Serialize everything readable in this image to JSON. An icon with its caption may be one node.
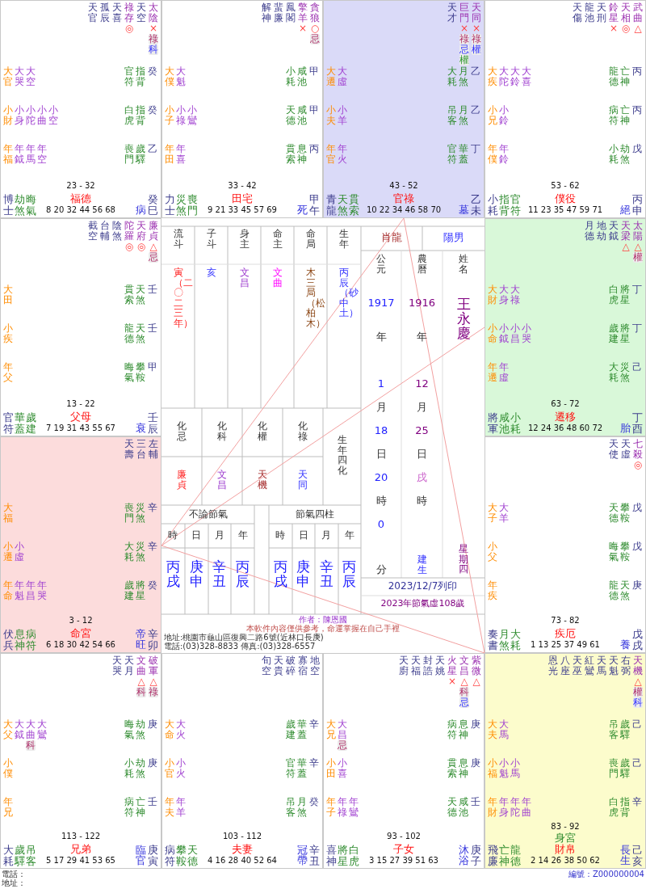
{
  "diagram": {
    "nodes": [
      {
        "text": [
          "天官",
          "孤辰",
          "天喜",
          "祿存",
          "◎",
          "天空",
          "太陰",
          "×",
          "祿",
          "科",
          "大官",
          "大哭",
          "大空",
          "官符",
          "指背",
          "癸",
          "小財",
          "小身",
          "小陀",
          "小曲",
          "小空",
          "白虎",
          "指背",
          "癸",
          "年福",
          "年鉞",
          "年馬",
          "年空",
          "喪門",
          "歲驛",
          "乙",
          "博士",
          "劫煞",
          "晦氣",
          "23 - 32",
          "福德",
          "8 20 32 44 56 68",
          "病",
          "癸巳"
        ]
      },
      {
        "text": [
          "解神",
          "蜚廉",
          "鳳閣",
          "擎羊",
          "×",
          "貪狼",
          "○",
          "忌",
          "大僕",
          "大魁",
          "小耗",
          "咸池",
          "甲",
          "小子",
          "小祿",
          "小鸞",
          "天德",
          "咸池",
          "甲",
          "年田",
          "年喜",
          "貫索",
          "息神",
          "丙",
          "力士",
          "災煞",
          "喪門",
          "33 - 42",
          "田宅",
          "9 21 33 45 57 69",
          "死",
          "甲午"
        ]
      },
      {
        "text": [
          "天才",
          "巨門",
          "×",
          "祿",
          "忌",
          "權",
          "天同",
          "×",
          "祿",
          "權",
          "大遷",
          "大虛",
          "大耗",
          "月煞",
          "乙",
          "小夫",
          "小羊",
          "吊客",
          "月煞",
          "乙",
          "年官",
          "年火",
          "官符",
          "華蓋",
          "丁",
          "青龍",
          "天煞",
          "貫索",
          "43 - 52",
          "官祿",
          "10 22 34 46 58 70",
          "墓",
          "乙未"
        ]
      },
      {
        "text": [
          "天傷",
          "龍池",
          "天刑",
          "鈴星",
          "×",
          "天相",
          "◎",
          "武曲",
          "△",
          "大疾",
          "大陀",
          "大鈴",
          "大喜",
          "龍德",
          "亡神",
          "丙",
          "小兄",
          "小鈴",
          "病符",
          "亡神",
          "丙",
          "年僕",
          "年鈴",
          "小耗",
          "劫煞",
          "戊",
          "小耗",
          "指背",
          "官符",
          "53 - 62",
          "僕役",
          "11 23 35 47 59 71",
          "絕",
          "丙申"
        ]
      },
      {
        "text": [
          "截空",
          "台輔",
          "陰煞",
          "陀羅",
          "◎",
          "天府",
          "◎",
          "廉貞",
          "△",
          "忌",
          "大田",
          "貫索",
          "天煞",
          "壬",
          "小疾",
          "龍德",
          "天煞",
          "壬",
          "年父",
          "晦氣",
          "攀鞍",
          "甲",
          "官符",
          "華蓋",
          "歲建",
          "13 - 22",
          "父母",
          "7 19 31 43 55 67",
          "衰",
          "壬辰"
        ]
      },
      {
        "text": [
          "月德",
          "地劫",
          "天鉞",
          "天梁",
          "△",
          "太陽",
          "△",
          "權",
          "大財",
          "大身",
          "大祿",
          "白虎",
          "將星",
          "丁",
          "小命",
          "小鉞",
          "小昌",
          "小哭",
          "歲建",
          "將星",
          "丁",
          "年遷",
          "年虛",
          "大耗",
          "災煞",
          "己",
          "將軍",
          "咸池",
          "小耗",
          "63 - 72",
          "遷移",
          "12 24 36 48 60 72",
          "胎",
          "丁酉"
        ]
      },
      {
        "text": [
          "天壽",
          "三台",
          "左輔",
          "大福",
          "喪門",
          "災煞",
          "辛",
          "小遷",
          "小虛",
          "大耗",
          "災煞",
          "辛",
          "年命",
          "年魁",
          "年昌",
          "年哭",
          "歲建",
          "將星",
          "癸",
          "伏兵",
          "息神",
          "病符",
          "3 - 12",
          "命宮",
          "6 18 30 42 54 66",
          "帝旺",
          "辛卯"
        ]
      },
      {
        "text": [
          "天使",
          "天虛",
          "七殺",
          "◎",
          "大子",
          "大羊",
          "天德",
          "攀鞍",
          "戊",
          "小父",
          "晦氣",
          "攀鞍",
          "戊",
          "年疾",
          "龍德",
          "天煞",
          "庚",
          "奏書",
          "月煞",
          "大耗",
          "73 - 82",
          "疾厄",
          "1 13 25 37 49 61",
          "養",
          "戊戌"
        ]
      },
      {
        "text": [
          "天哭",
          "天月",
          "文曲",
          "△",
          "科",
          "破軍",
          "△",
          "祿",
          "大父",
          "大鉞",
          "大曲",
          "科",
          "大鸞",
          "晦氣",
          "劫煞",
          "庚",
          "小僕",
          "小耗",
          "劫煞",
          "庚",
          "年兄",
          "病符",
          "亡神",
          "壬",
          "大耗",
          "歲驛",
          "吊客",
          "113 - 122",
          "兄弟",
          "5 17 29 41 53 65",
          "臨官",
          "庚寅"
        ]
      },
      {
        "text": [
          "旬空",
          "天貴",
          "破碎",
          "寡宿",
          "地空",
          "大命",
          "大火",
          "歲建",
          "華蓋",
          "辛",
          "小官",
          "小火",
          "官符",
          "華蓋",
          "辛",
          "年夫",
          "年羊",
          "吊客",
          "月煞",
          "癸",
          "病符",
          "攀鞍",
          "天德",
          "103 - 112",
          "夫妻",
          "4 16 28 40 52 64",
          "冠帶",
          "辛丑"
        ]
      },
      {
        "text": [
          "天廚",
          "天福",
          "封誥",
          "天姚",
          "火星",
          "×",
          "文昌",
          "△",
          "科",
          "忌",
          "紫微",
          "△",
          "大兄",
          "大昌",
          "忌",
          "病符",
          "息神",
          "庚",
          "小田",
          "小喜",
          "貫索",
          "息神",
          "庚",
          "年子",
          "年祿",
          "年鸞",
          "天德",
          "咸池",
          "壬",
          "喜神",
          "將星",
          "白虎",
          "93 - 102",
          "子女",
          "3 15 27 39 51 63",
          "沐浴",
          "庚子"
        ]
      },
      {
        "text": [
          "恩光",
          "八座",
          "天巫",
          "紅鸞",
          "天馬",
          "天魁",
          "右弼",
          "天機",
          "△",
          "權",
          "科",
          "大夫",
          "大馬",
          "吊客",
          "歲驛",
          "己",
          "小福",
          "小魁",
          "小馬",
          "喪門",
          "歲驛",
          "己",
          "年財",
          "年身",
          "年陀",
          "年曲",
          "白虎",
          "指背",
          "辛",
          "飛廉",
          "亡神",
          "龍德",
          "83 - 92",
          "身宮",
          "財帛",
          "2 14 26 38 50 62",
          "長生",
          "己亥"
        ]
      }
    ],
    "edges": [
      {
        "from": 6,
        "to": 2,
        "arrow": "none"
      },
      {
        "from": 6,
        "to": 11,
        "arrow": "none"
      },
      {
        "from": 2,
        "to": 11,
        "arrow": "none"
      },
      {
        "from": 6,
        "to": 5,
        "arrow": "none"
      }
    ],
    "labels": [
      "流斗",
      "子斗",
      "身主",
      "命主",
      "命局",
      "生年",
      "寅（二〇二三年）",
      "亥",
      "文昌",
      "文曲",
      "木三局（松柏木）",
      "丙辰（砂中土）",
      "化忌",
      "化科",
      "化權",
      "化祿",
      "生年四化",
      "廉貞",
      "文昌",
      "天機",
      "天同",
      "不論節氣",
      "時",
      "日",
      "月",
      "年",
      "丙戌",
      "庚申",
      "辛丑",
      "丙辰",
      "節氣四柱",
      "時",
      "日",
      "月",
      "年",
      "丙戌",
      "庚申",
      "辛丑",
      "丙辰",
      "肖龍",
      "陽男",
      "公元",
      "農曆",
      "姓名",
      "1917",
      "1916",
      "王永慶",
      "年",
      "年",
      "1",
      "12",
      "月",
      "月",
      "18",
      "25",
      "日",
      "日",
      "20",
      "戌",
      "時",
      "時",
      "0",
      "分",
      "建生",
      "星期四",
      "2023/12/7列印",
      "2023年節氣虛108歲",
      "作者：陳恩國",
      "本軟件內容僅供參考，命運掌握在自己手裡",
      "地址:桃園市龜山區復興二路6號(近林口長庚)",
      "電話:(03)328-8833 傳真:(03)328-6557",
      "電話：",
      "地址：",
      "編號：Z000000004"
    ]
  }
}
